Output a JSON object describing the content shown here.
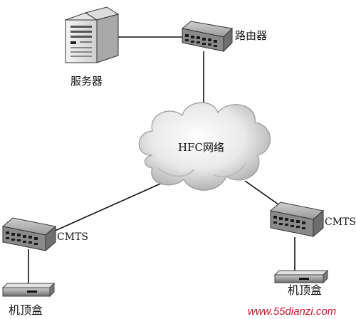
{
  "labels": {
    "server": "服务器",
    "router": "路由器",
    "network": "HFC网络",
    "cmts_left": "CMTS",
    "cmts_right": "CMTS",
    "stb_left": "机顶盒",
    "stb_right": "机顶盒"
  },
  "watermark": "www.55dianzi.com",
  "icons": [
    "server-icon",
    "router-icon",
    "cloud-icon",
    "cmts-icon",
    "set-top-box-icon"
  ],
  "colors": {
    "line": "#111111",
    "device_body": "#8a8a8a",
    "device_top": "#b9b9b9",
    "port": "#1a1a1a",
    "cloud_fill": "#eeeeee",
    "cloud_shade": "#b5b5b5",
    "watermark": "#c8122a"
  }
}
